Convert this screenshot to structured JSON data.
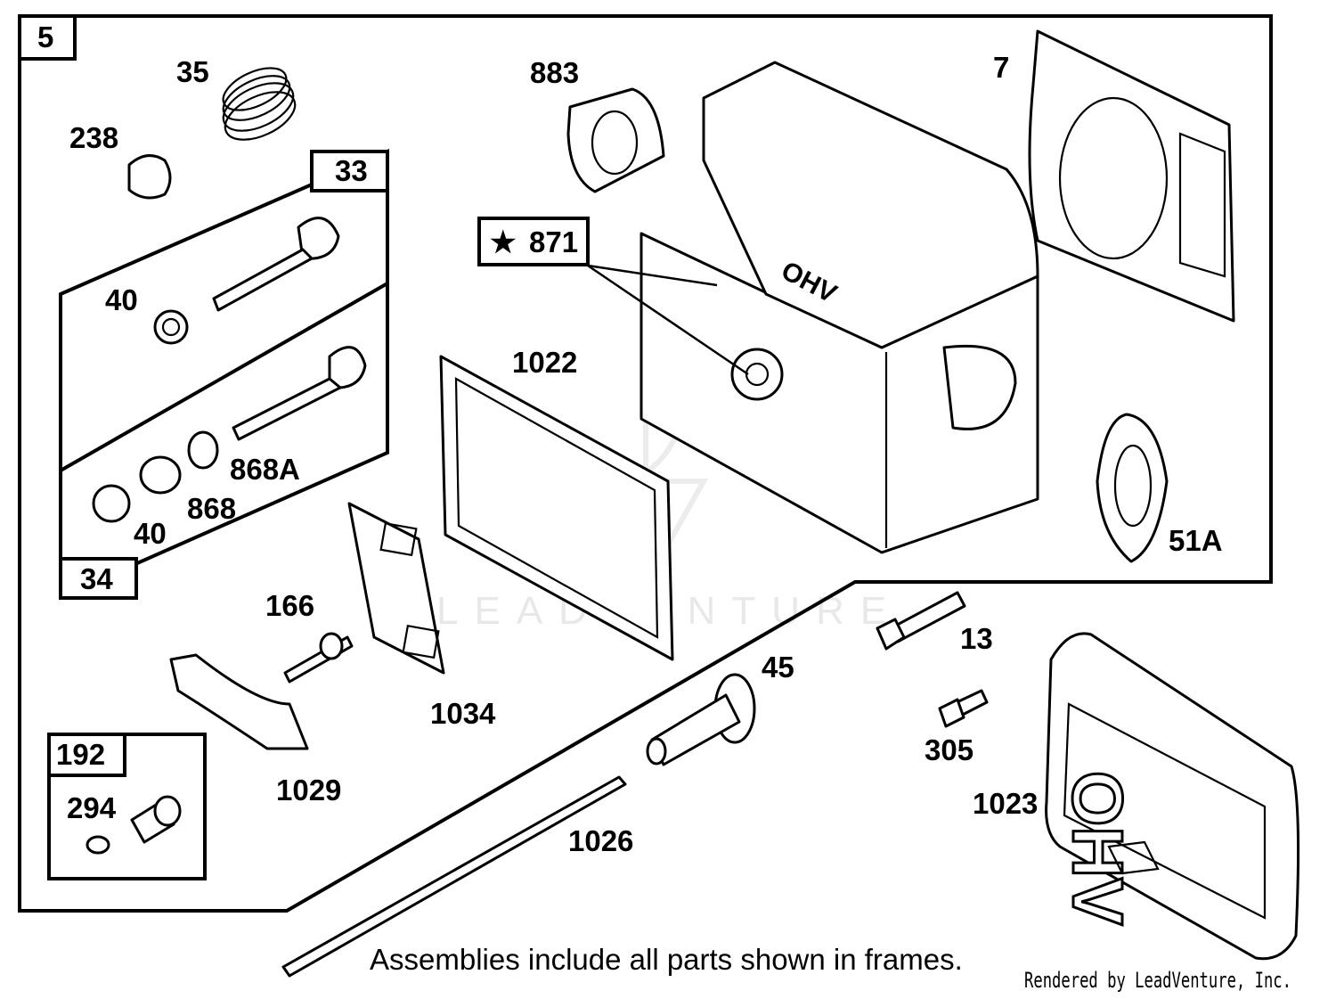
{
  "frames": {
    "main": "5",
    "intake_valve": "33",
    "exhaust_valve": "34",
    "kit": "192"
  },
  "labels": {
    "spring": "35",
    "cap": "238",
    "retainer_upper": "40",
    "retainer_lower": "40",
    "seal_washer": "868A",
    "valve_seal": "868",
    "exhaust_gasket": "883",
    "head_gasket": "7",
    "cylinder_head": "871",
    "cover_gasket": "1022",
    "intake_gasket": "51A",
    "stud": "166",
    "breather": "1034",
    "rocker_arm": "1029",
    "kit_part": "294",
    "pushrod_guide": "45",
    "pushrod": "1026",
    "head_bolt": "13",
    "screw": "305",
    "valve_cover": "1023"
  },
  "cover_text": "OHV",
  "star_symbol": "★",
  "note": "Assemblies include all parts shown in frames.",
  "credit": "Rendered by LeadVenture, Inc.",
  "watermark": "LEADVENTURE"
}
